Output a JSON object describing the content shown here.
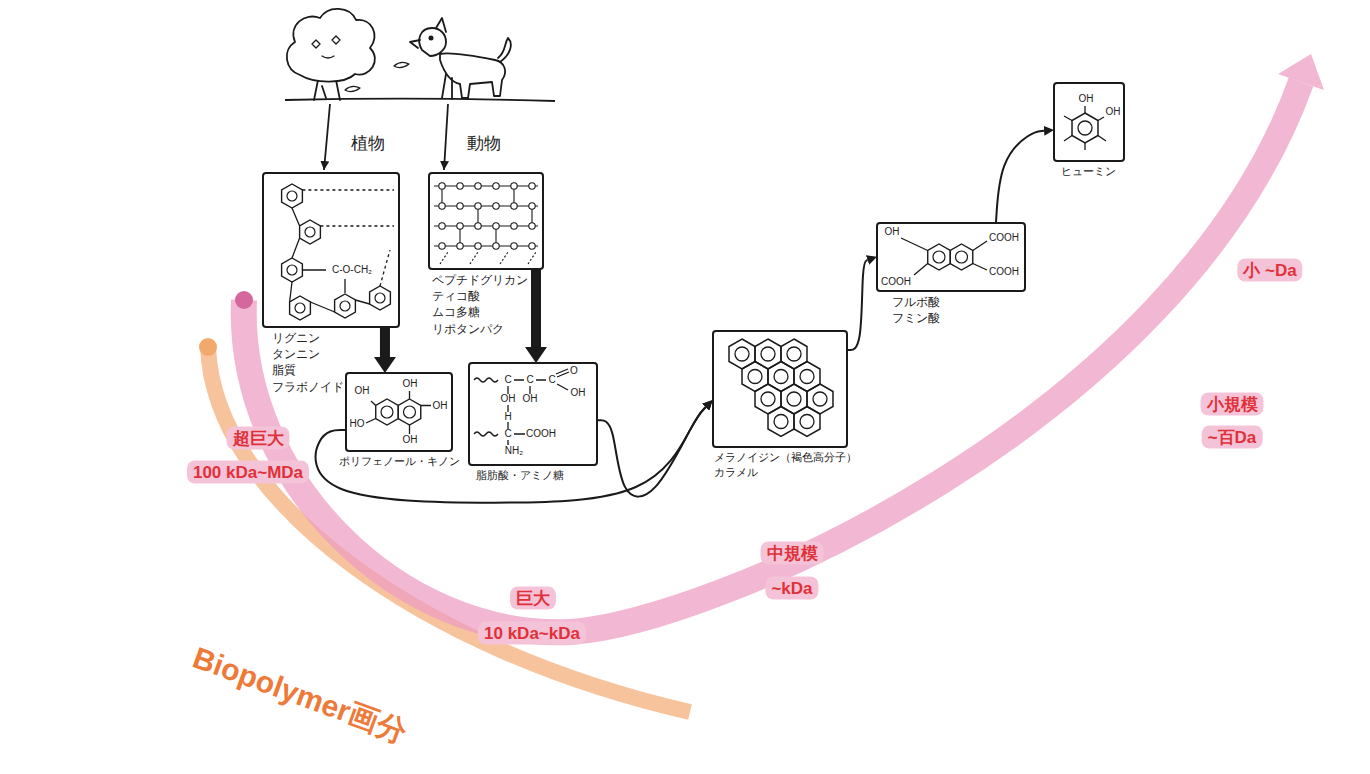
{
  "diagram": {
    "nodes": [
      {
        "text": [
          "リグニン タンニン 脂質 フラボノイド"
        ]
      },
      {
        "text": [
          "ペプチドグリカン ティコ酸 ムコ多糖 リポタンパク"
        ]
      },
      {
        "text": [
          "ポリフェノール・キノン"
        ]
      },
      {
        "text": [
          "脂肪酸・アミノ糖"
        ]
      },
      {
        "text": [
          "メラノイジン（褐色高分子） カラメル"
        ]
      },
      {
        "text": [
          "フルボ酸 フミン酸"
        ]
      },
      {
        "text": [
          "ヒューミン"
        ]
      }
    ],
    "edges": [
      {
        "from": 0,
        "to": 2,
        "arrow": "to"
      },
      {
        "from": 1,
        "to": 3,
        "arrow": "to"
      },
      {
        "from": 2,
        "to": 4,
        "arrow": "to"
      },
      {
        "from": 3,
        "to": 4,
        "arrow": "to"
      },
      {
        "from": 4,
        "to": 5,
        "arrow": "to"
      },
      {
        "from": 5,
        "to": 6,
        "arrow": "to"
      }
    ],
    "labels": [
      "植物",
      "動物",
      "C-O-CH₂",
      "OH",
      "OH",
      "OH",
      "HO",
      "OH",
      "C",
      "C",
      "C",
      "O",
      "OH",
      "OH",
      "OH",
      "H",
      "C",
      "COOH",
      "NH₂",
      "OH",
      "COOH",
      "COOH",
      "COOH",
      "OH",
      "OH",
      "超巨大",
      "100 kDa~MDa",
      "巨大",
      "10 kDa~kDa",
      "中規模",
      "~kDa",
      "小規模",
      "~百Da",
      "小 ~Da",
      "Biopolymer画分"
    ]
  }
}
